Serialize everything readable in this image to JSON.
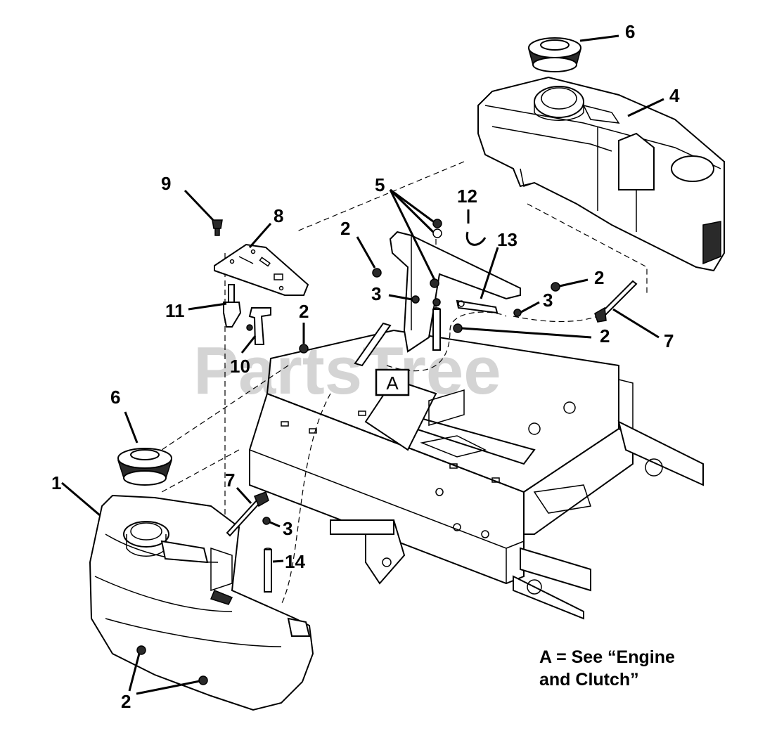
{
  "watermark": "PartsTree",
  "section_marker": "A",
  "note": {
    "line1": "A = See “Engine",
    "line2": "and Clutch”"
  },
  "callouts": {
    "p1": "1",
    "p2a": "2",
    "p2b": "2",
    "p2c": "2",
    "p2d": "2",
    "p2e": "2",
    "p3a": "3",
    "p3b": "3",
    "p3c": "3",
    "p4": "4",
    "p5": "5",
    "p6a": "6",
    "p6b": "6",
    "p7a": "7",
    "p7b": "7",
    "p8": "8",
    "p9": "9",
    "p10": "10",
    "p11": "11",
    "p12": "12",
    "p13": "13",
    "p14": "14"
  }
}
